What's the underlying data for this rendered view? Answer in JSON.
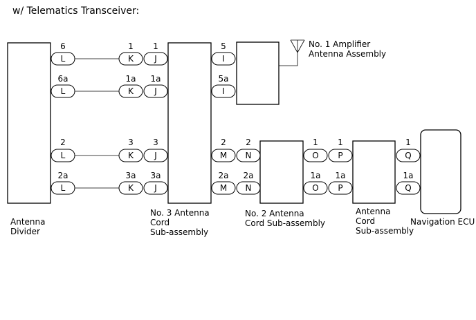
{
  "title": "w/ Telematics Transceiver:",
  "components": {
    "antenna_divider": [
      "Antenna",
      "Divider"
    ],
    "no3_cord": [
      "No. 3 Antenna",
      "Cord",
      "Sub-assembly"
    ],
    "no2_cord": [
      "No. 2 Antenna",
      "Cord Sub-assembly"
    ],
    "antenna_cord": [
      "Antenna",
      "Cord",
      "Sub-assembly"
    ],
    "navigation_ecu": [
      "Navigation ECU"
    ],
    "amplifier": [
      "No. 1 Amplifier",
      "Antenna Assembly"
    ]
  },
  "rows": [
    {
      "divider": {
        "c": "L",
        "p": "6"
      },
      "cord_in": [
        {
          "c": "K",
          "p": "1"
        },
        {
          "c": "J",
          "p": "1"
        }
      ],
      "cord_out": [
        {
          "c": "I",
          "p": "5"
        }
      ]
    },
    {
      "divider": {
        "c": "L",
        "p": "6a"
      },
      "cord_in": [
        {
          "c": "K",
          "p": "1a"
        },
        {
          "c": "J",
          "p": "1a"
        }
      ],
      "cord_out": [
        {
          "c": "I",
          "p": "5a"
        }
      ]
    },
    {
      "divider": {
        "c": "L",
        "p": "2"
      },
      "cord_in": [
        {
          "c": "K",
          "p": "3"
        },
        {
          "c": "J",
          "p": "3"
        }
      ],
      "cord_out": [
        {
          "c": "M",
          "p": "2"
        },
        {
          "c": "N",
          "p": "2"
        }
      ],
      "mid": [
        {
          "c": "O",
          "p": "1"
        },
        {
          "c": "P",
          "p": "1"
        }
      ],
      "ecu": {
        "c": "Q",
        "p": "1"
      }
    },
    {
      "divider": {
        "c": "L",
        "p": "2a"
      },
      "cord_in": [
        {
          "c": "K",
          "p": "3a"
        },
        {
          "c": "J",
          "p": "3a"
        }
      ],
      "cord_out": [
        {
          "c": "M",
          "p": "2a"
        },
        {
          "c": "N",
          "p": "2a"
        }
      ],
      "mid": [
        {
          "c": "O",
          "p": "1a"
        },
        {
          "c": "P",
          "p": "1a"
        }
      ],
      "ecu": {
        "c": "Q",
        "p": "1a"
      }
    }
  ]
}
